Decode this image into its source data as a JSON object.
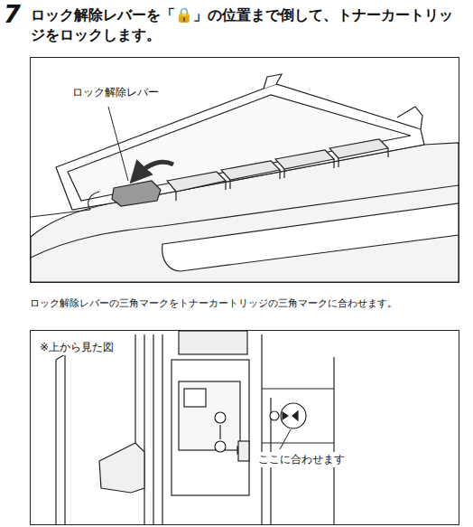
{
  "diagram": {
    "title": "ロック解除レバーを「🔒」の位置まで倒して、トナーカートリッジをロックします。",
    "nodes": [
      {
        "text": [
          "ロック解除レバー"
        ]
      },
      {
        "text": [
          "※上から見た図",
          "ここに合わせます"
        ]
      }
    ],
    "labels": [
      "7",
      "ロック解除レバーの三角マークをトナーカートリッジの三角マークに合わせます。"
    ]
  }
}
